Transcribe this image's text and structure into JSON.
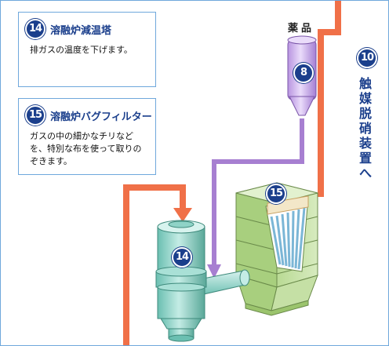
{
  "card14": {
    "number": "14",
    "title": "溶融炉減温塔",
    "description": "排ガスの温度を下げます。"
  },
  "card15": {
    "number": "15",
    "title": "溶融炉バグフィルター",
    "description": "ガスの中の細かなチリなどを、特別な布を使って取りのぞきます。"
  },
  "chemical": {
    "label": "薬品",
    "number": "8"
  },
  "destination": {
    "number": "10",
    "label": "触媒脱硝装置へ"
  },
  "cooling_tower_number": "14",
  "bag_filter_number": "15",
  "colors": {
    "gas_pipe": "#f07048",
    "chemical_pipe": "#a77fd1",
    "tower": "#8fd3c7",
    "filter": "#c5e0a5",
    "chemical_tank": "#d4b8f0",
    "badge": "#1b3f8c",
    "border": "#6fa8dc"
  }
}
